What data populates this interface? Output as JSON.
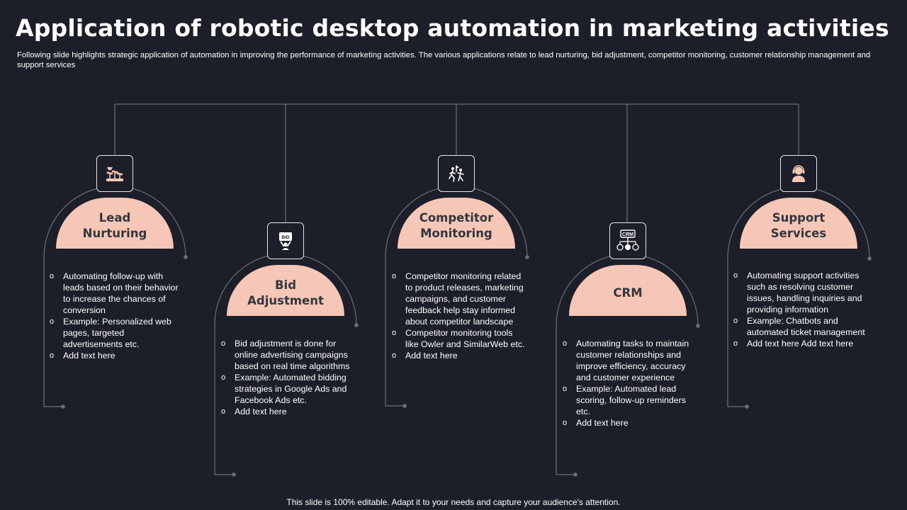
{
  "title": "Application of robotic desktop automation in marketing activities",
  "subtitle": "Following slide highlights strategic application of automation in improving the performance of marketing activities. The various applications relate to lead nurturing, bid adjustment, competitor monitoring, customer relationship management and support services",
  "footer": "This slide is 100% editable. Adapt it to your needs and capture your audience's attention.",
  "colors": {
    "background": "#1c1f29",
    "accent": "#f6c7b6",
    "line": "#6b6e78"
  },
  "items": [
    {
      "icon": "plant-growth-icon",
      "label": "Lead Nurturing",
      "bullets": [
        "Automating follow-up with leads based on their behavior to increase the chances of conversion",
        "Example: Personalized web pages, targeted advertisements etc.",
        "Add text here"
      ]
    },
    {
      "icon": "bid-sign-icon",
      "icon_text": "BID",
      "label": "Bid Adjustment",
      "bullets": [
        "Bid adjustment is done for online advertising campaigns based on real time algorithms",
        "Example: Automated bidding strategies in Google Ads and Facebook Ads etc.",
        "Add text here"
      ]
    },
    {
      "icon": "competitors-race-icon",
      "label": "Competitor Monitoring",
      "bullets": [
        "Competitor monitoring related to product releases, marketing campaigns, and customer feedback help stay informed about competitor landscape",
        "Competitor monitoring tools like Owler and SimilarWeb etc.",
        "Add text here"
      ]
    },
    {
      "icon": "crm-network-icon",
      "icon_text": "CRM",
      "label": "CRM",
      "bullets": [
        "Automating tasks to maintain customer relationships and improve efficiency, accuracy and customer experience",
        "Example: Automated lead scoring, follow-up reminders etc.",
        "Add text here"
      ]
    },
    {
      "icon": "support-headset-icon",
      "label": "Support Services",
      "bullets": [
        "Automating support activities such as resolving customer issues, handling inquiries and providing information",
        "Example: Chatbots and automated ticket management",
        "Add text here Add text here"
      ]
    }
  ]
}
